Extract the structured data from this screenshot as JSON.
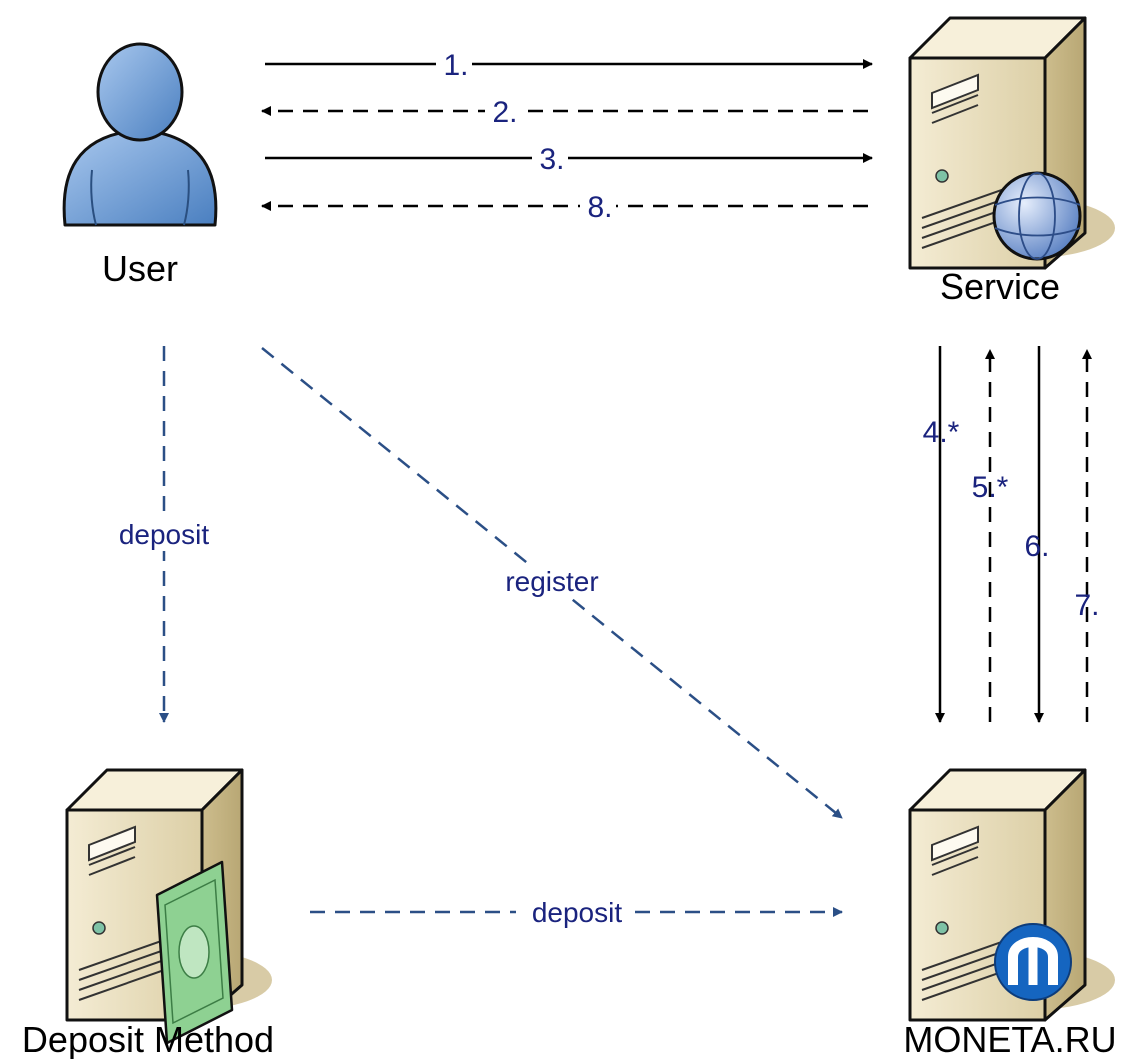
{
  "nodes": {
    "user": "User",
    "service": "Service",
    "deposit_method": "Deposit Method",
    "moneta": "MONETA.RU"
  },
  "arrows": {
    "a1": "1.",
    "a2": "2.",
    "a3": "3.",
    "a8": "8.",
    "a4": "4.*",
    "a5": "5.*",
    "a6": "6.",
    "a7": "7.",
    "deposit_vertical": "deposit",
    "register": "register",
    "deposit_horizontal": "deposit"
  },
  "colors": {
    "black_flow": "#000000",
    "blue_flow": "#2b4f86",
    "label_blue": "#1a237e",
    "server_body": "#e7dcb8",
    "user_fill": "#6f9fd6"
  },
  "icons": {
    "user": "user-person-icon",
    "service": "server-globe-icon",
    "deposit_method": "server-banknote-icon",
    "moneta": "server-moneta-logo-icon"
  }
}
